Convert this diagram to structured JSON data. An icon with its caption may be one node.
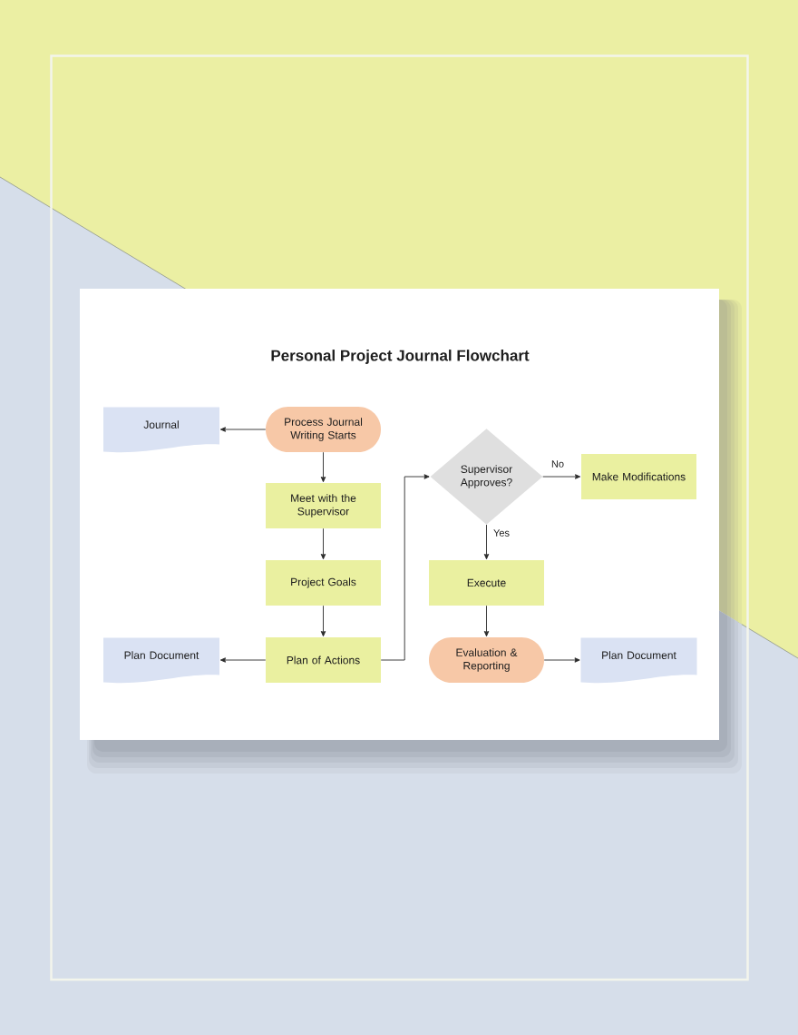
{
  "diagram": {
    "title": "Personal Project Journal Flowchart",
    "nodes": [
      {
        "text": [
          "Journal"
        ]
      },
      {
        "text": [
          "Process Journal Writing Starts"
        ]
      },
      {
        "text": [
          "Meet with the Supervisor"
        ]
      },
      {
        "text": [
          "Project Goals"
        ]
      },
      {
        "text": [
          "Plan of Actions"
        ]
      },
      {
        "text": [
          "Plan Document"
        ]
      },
      {
        "text": [
          "Supervisor Approves?"
        ]
      },
      {
        "text": [
          "Make Modifications"
        ]
      },
      {
        "text": [
          "Execute"
        ]
      },
      {
        "text": [
          "Evaluation & Reporting"
        ]
      },
      {
        "text": [
          "Plan Document"
        ]
      }
    ],
    "edges": [
      {
        "from": 1,
        "to": 0,
        "arrow": "to"
      },
      {
        "from": 1,
        "to": 2,
        "arrow": "to"
      },
      {
        "from": 2,
        "to": 3,
        "arrow": "to"
      },
      {
        "from": 3,
        "to": 4,
        "arrow": "to"
      },
      {
        "from": 4,
        "to": 5,
        "arrow": "to"
      },
      {
        "from": 4,
        "to": 6,
        "arrow": "to"
      },
      {
        "from": 6,
        "to": 7,
        "arrow": "to",
        "label": "No"
      },
      {
        "from": 6,
        "to": 8,
        "arrow": "to",
        "label": "Yes"
      },
      {
        "from": 8,
        "to": 9,
        "arrow": "to"
      },
      {
        "from": 9,
        "to": 10,
        "arrow": "to"
      }
    ]
  }
}
